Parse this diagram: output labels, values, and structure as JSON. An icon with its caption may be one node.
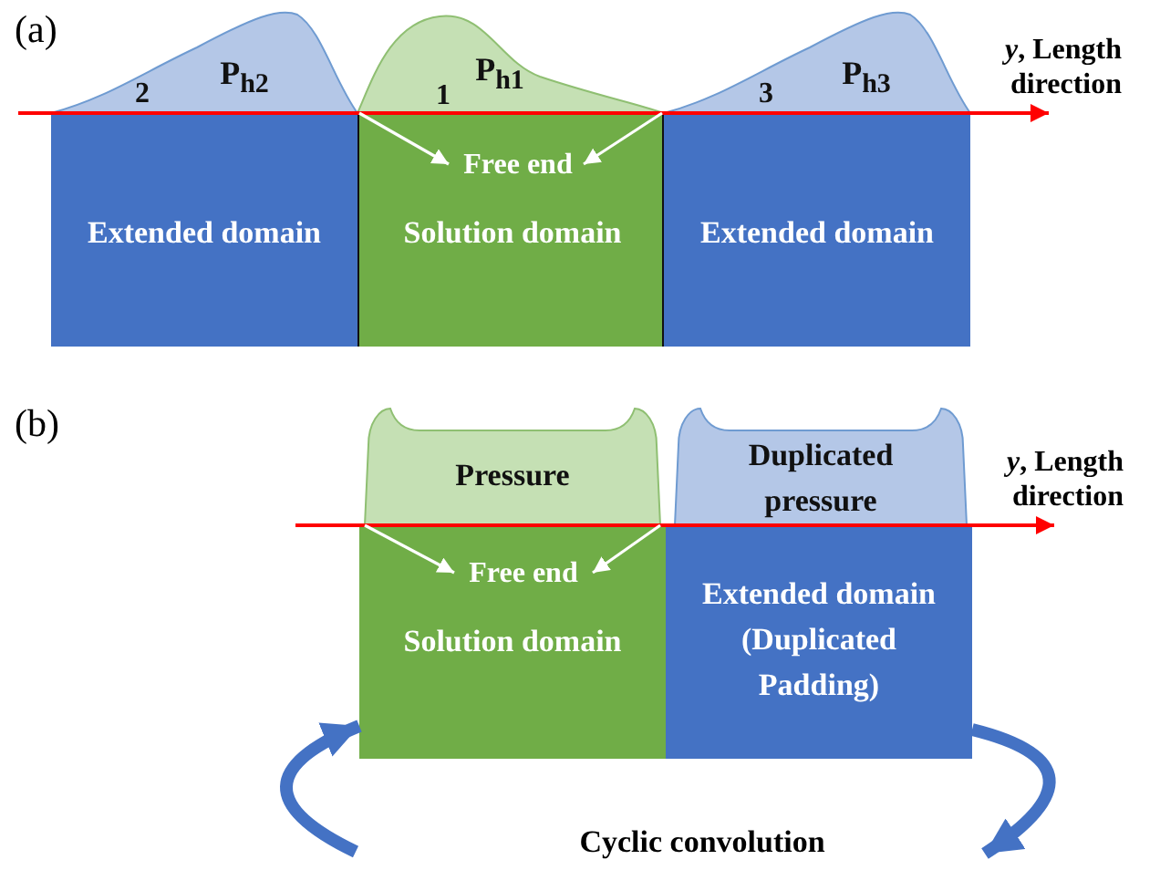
{
  "diagram": {
    "nodes": [
      {
        "text": [
          "2",
          "P$_{h2}$"
        ]
      },
      {
        "text": [
          "1",
          "P$_{h1}$"
        ]
      },
      {
        "text": [
          "3",
          "P$_{h3}$"
        ]
      },
      {
        "text": [
          "Extended domain"
        ]
      },
      {
        "text": [
          "Solution domain"
        ]
      },
      {
        "text": [
          "Free end"
        ],
        "in": 4
      },
      {
        "text": [
          "Extended domain"
        ]
      },
      {
        "text": [
          "Pressure"
        ]
      },
      {
        "text": [
          "Duplicated pressure"
        ]
      },
      {
        "text": [
          "Solution domain"
        ]
      },
      {
        "text": [
          "Free end"
        ],
        "in": 9
      },
      {
        "text": [
          "Extended domain (Duplicated Padding)"
        ]
      }
    ],
    "edges": [
      {
        "from": 1,
        "to": 5,
        "arrow": "to"
      },
      {
        "from": 1,
        "to": 5,
        "arrow": "to"
      },
      {
        "from": 7,
        "to": 10,
        "arrow": "to"
      },
      {
        "from": 7,
        "to": 10,
        "arrow": "to"
      },
      {
        "from": null,
        "to": 9,
        "arrow": "to",
        "style": "thick",
        "color": "#4472c4"
      },
      {
        "from": 11,
        "to": null,
        "arrow": "to",
        "style": "thick",
        "color": "#4472c4"
      }
    ],
    "labels": [
      "(a)",
      "*y*, Length direction",
      "(b)",
      "*y*, Length direction",
      "Cyclic convolution"
    ]
  }
}
